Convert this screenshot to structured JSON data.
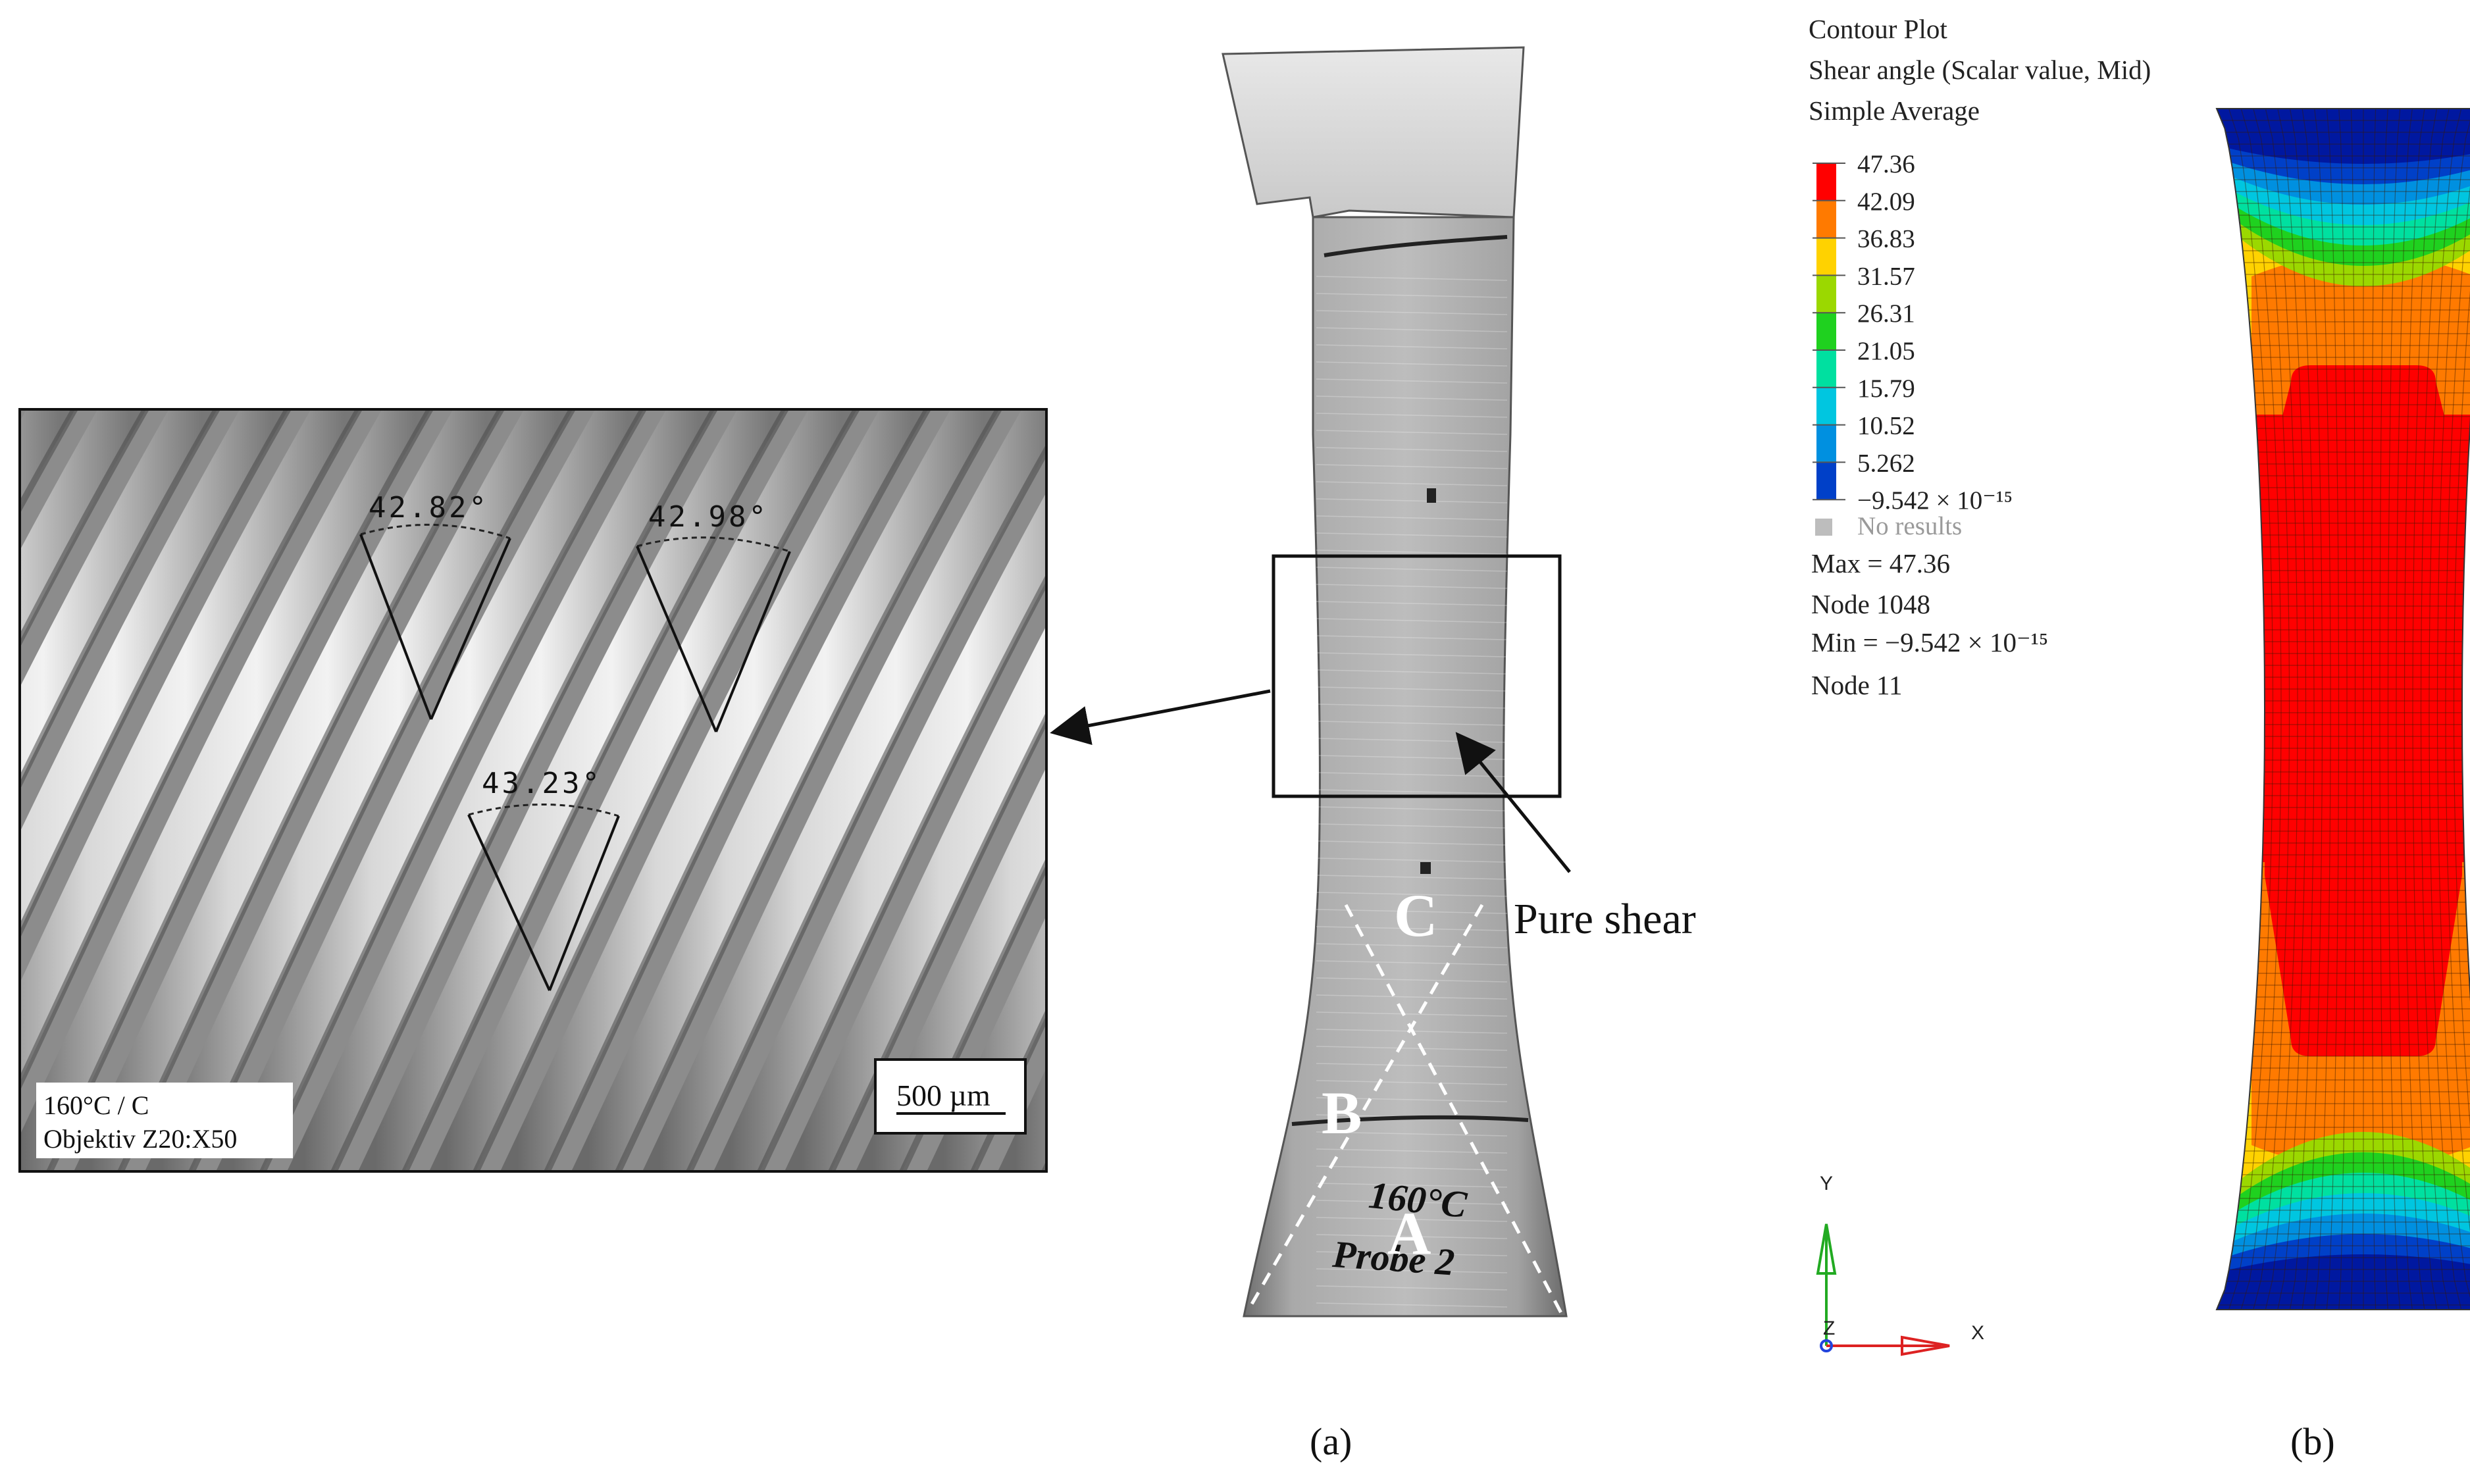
{
  "micrograph": {
    "angles": [
      "42.82°",
      "42.98°",
      "43.23°"
    ],
    "info_line1": "160°C / C",
    "info_line2": "Objektiv Z20:X50",
    "scale_bar": "500 µm"
  },
  "specimen": {
    "zone_labels": [
      "A",
      "B",
      "C"
    ],
    "handwriting": [
      "160°C",
      "Probe 2"
    ],
    "annotation": "Pure shear"
  },
  "contour": {
    "title_lines": [
      "Contour Plot",
      "Shear angle (Scalar value, Mid)",
      "Simple Average"
    ],
    "legend_values": [
      "47.36",
      "42.09",
      "36.83",
      "31.57",
      "26.31",
      "21.05",
      "15.79",
      "10.52",
      "5.262",
      "−9.542 × 10⁻¹⁵"
    ],
    "legend_colors": [
      "#ff0000",
      "#ff7a00",
      "#ffd200",
      "#9bd800",
      "#1fd11f",
      "#00e0a0",
      "#00c6e0",
      "#0090e0",
      "#0040c8"
    ],
    "no_results_label": "No results",
    "no_results_color": "#bdbdbd",
    "max_label": "Max = 47.36",
    "max_node": "Node 1048",
    "min_label": "Min = −9.542 × 10⁻¹⁵",
    "min_node": "Node 11",
    "axis_y": "Y",
    "axis_z": "Z",
    "axis_x": "X"
  },
  "panels": {
    "a": "(a)",
    "b": "(b)"
  }
}
